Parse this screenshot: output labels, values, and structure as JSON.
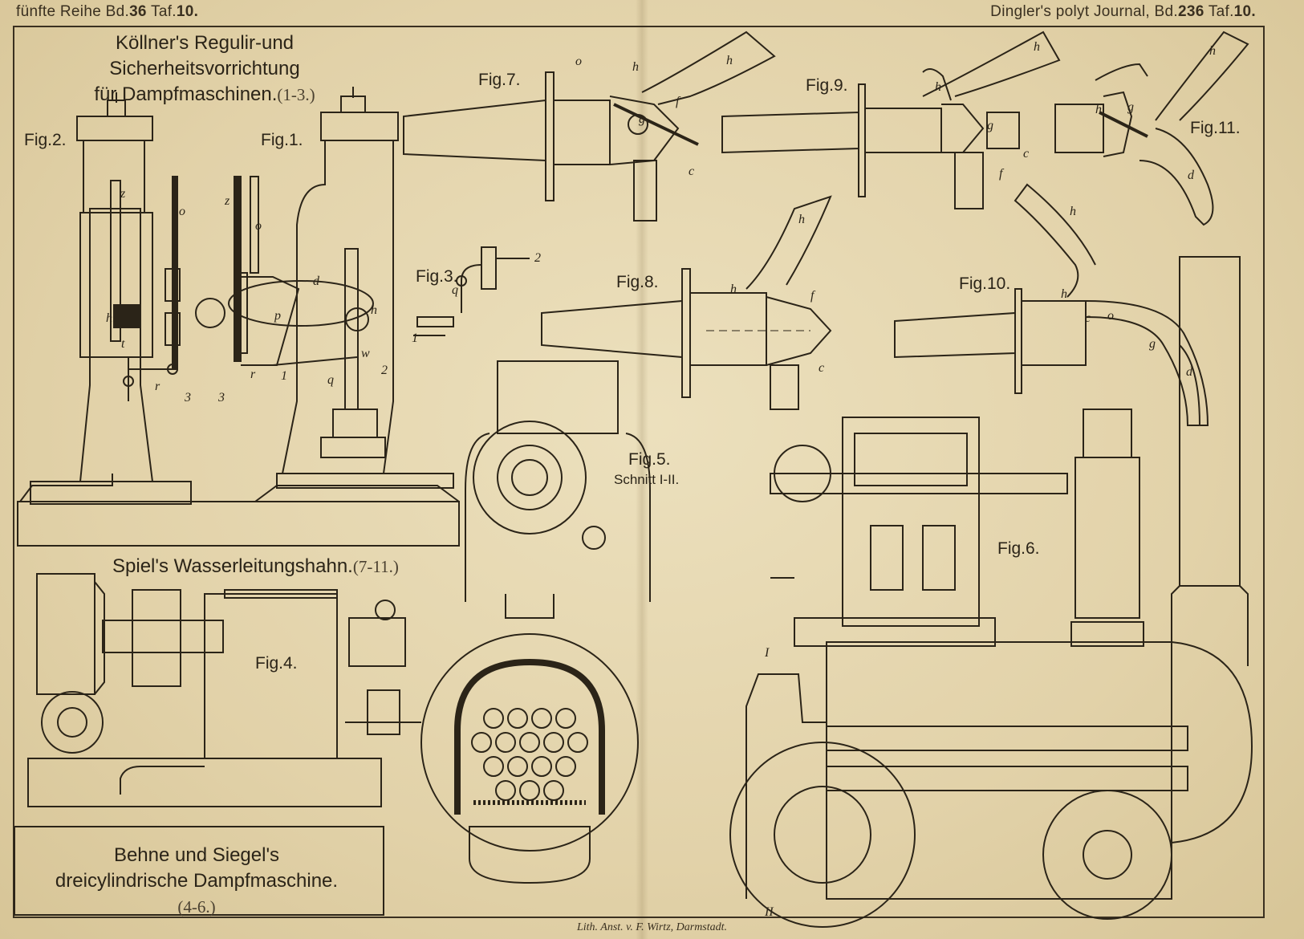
{
  "header": {
    "left_prefix": "fünfte Reihe Bd.",
    "left_volume": "36",
    "left_plate_prefix": "Taf.",
    "left_plate": "10.",
    "right_prefix": "Dingler's polyt Journal, Bd.",
    "right_volume": "236",
    "right_plate_prefix": "Taf.",
    "right_plate": "10."
  },
  "titles": {
    "koellner_line1": "Köllner's Regulir-und Sicherheitsvorrichtung",
    "koellner_line2": "für Dampfmaschinen.",
    "koellner_range": "(1-3.)",
    "spiel": "Spiel's Wasserleitungshahn.",
    "spiel_range": "(7-11.)",
    "behne_line1": "Behne und Siegel's",
    "behne_line2": "dreicylindrische Dampfmaschine.",
    "behne_range": "(4-6.)"
  },
  "figures": {
    "fig1": "Fig.1.",
    "fig2": "Fig.2.",
    "fig3": "Fig.3.",
    "fig4": "Fig.4.",
    "fig5": "Fig.5.",
    "fig5_sub": "Schnitt I-II.",
    "fig6": "Fig.6.",
    "fig7": "Fig.7.",
    "fig8": "Fig.8.",
    "fig9": "Fig.9.",
    "fig10": "Fig.10.",
    "fig11": "Fig.11."
  },
  "letters": {
    "z": "z",
    "o": "o",
    "h": "h",
    "t": "t",
    "r": "r",
    "d": "d",
    "p": "p",
    "q": "q",
    "w": "w",
    "one": "1",
    "two": "2",
    "three": "3",
    "f": "f",
    "c": "c",
    "g": "g",
    "roman_one": "I",
    "roman_two": "II"
  },
  "credit": "Lith. Anst. v. F. Wirtz, Darmstadt."
}
